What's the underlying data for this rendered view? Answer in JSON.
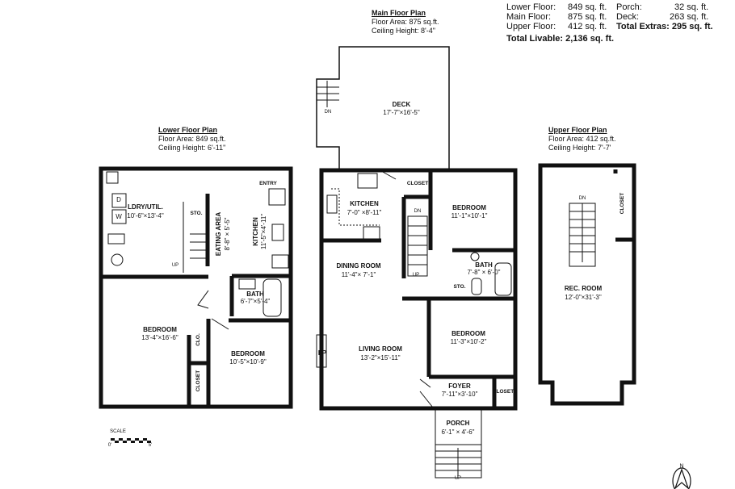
{
  "summary": {
    "lower_floor": {
      "label": "Lower Floor:",
      "value": "849 sq. ft."
    },
    "main_floor": {
      "label": "Main Floor:",
      "value": "875 sq. ft."
    },
    "upper_floor": {
      "label": "Upper Floor:",
      "value": "412 sq. ft."
    },
    "total_livable": "Total Livable: 2,136 sq. ft.",
    "porch": {
      "label": "Porch:",
      "value": "32 sq. ft."
    },
    "deck": {
      "label": "Deck:",
      "value": "263 sq. ft."
    },
    "total_extras": "Total Extras: 295 sq. ft."
  },
  "lower_plan": {
    "title": "Lower Floor Plan",
    "area": "Floor Area: 849 sq.ft.",
    "ceiling": "Ceiling Height: 6'-11\"",
    "rooms": {
      "laundry": {
        "name": "LDRY/UTIL.",
        "dims": "10'-6\"×13'-4\""
      },
      "storage": {
        "name": "STO."
      },
      "eating": {
        "name": "EATING AREA",
        "dims": "8'-8\" × 5'-5\""
      },
      "kitchen": {
        "name": "KITCHEN",
        "dims": "11'-5\"×4'-11\""
      },
      "entry": {
        "name": "ENTRY"
      },
      "bath": {
        "name": "BATH",
        "dims": "6'-7\"×5'-4\""
      },
      "bedroom1": {
        "name": "BEDROOM",
        "dims": "13'-4\"×16'-6\""
      },
      "bedroom2": {
        "name": "BEDROOM",
        "dims": "10'-5\"×10'-9\""
      },
      "clo": {
        "name": "CLO."
      },
      "closet": {
        "name": "CLOSET"
      }
    },
    "dryer": "D",
    "washer": "W",
    "stair_label": "UP"
  },
  "main_plan": {
    "title": "Main Floor Plan",
    "area": "Floor Area: 875 sq.ft.",
    "ceiling": "Ceiling Height: 8'-4\"",
    "rooms": {
      "deck": {
        "name": "DECK",
        "dims": "17'-7\"×16'-5\""
      },
      "kitchen": {
        "name": "KITCHEN",
        "dims": "7'-0\" ×8'-11\""
      },
      "closet1": {
        "name": "CLOSET"
      },
      "bedroom1": {
        "name": "BEDROOM",
        "dims": "11'-1\"×10'-1\""
      },
      "dining": {
        "name": "DINING ROOM",
        "dims": "11'-4\"× 7'-1\""
      },
      "bath": {
        "name": "BATH",
        "dims": "7'-8\" × 6'-0\""
      },
      "storage": {
        "name": "STO."
      },
      "living": {
        "name": "LIVING ROOM",
        "dims": "13'-2\"×15'-11\""
      },
      "fireplace": {
        "name": "FP"
      },
      "bedroom2": {
        "name": "BEDROOM",
        "dims": "11'-3\"×10'-2\""
      },
      "foyer": {
        "name": "FOYER",
        "dims": "7'-11\"×3'-10\""
      },
      "closet2": {
        "name": "CLOSET"
      },
      "porch": {
        "name": "PORCH",
        "dims": "6'-1\" × 4'-6\""
      }
    },
    "deck_stair": "DN",
    "stair_dn": "DN",
    "stair_up": "UP",
    "porch_stair": "UP"
  },
  "upper_plan": {
    "title": "Upper Floor Plan",
    "area": "Floor Area: 412 sq.ft.",
    "ceiling": "Ceiling Height: 7'-7'",
    "rooms": {
      "rec": {
        "name": "REC. ROOM",
        "dims": "12'-0\"×31'-3\""
      },
      "closet": {
        "name": "CLOSET"
      }
    },
    "stair_label": "DN"
  },
  "scale": {
    "label": "SCALE",
    "start": "0'",
    "end": "5'"
  },
  "north": "N"
}
